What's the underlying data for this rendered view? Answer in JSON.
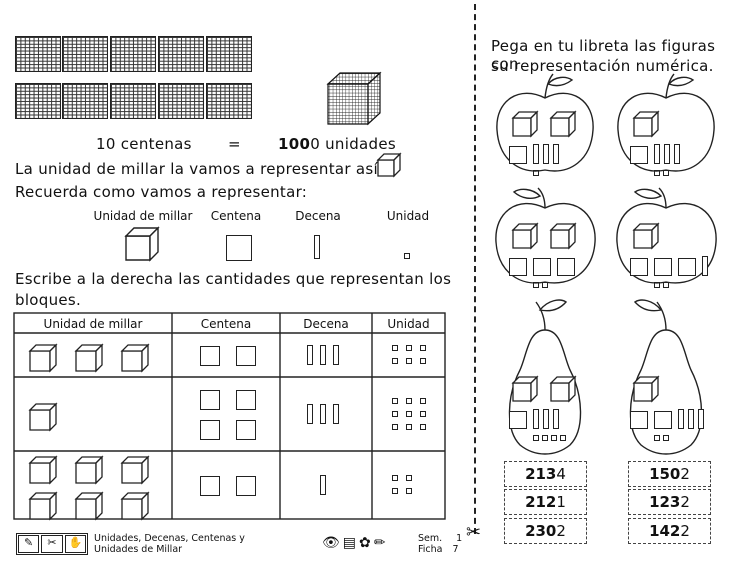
{
  "left": {
    "eq_left": "10 centenas",
    "eq_sign": "=",
    "eq_right_bold": "100",
    "eq_right_rest": "0 unidades",
    "line1": "La unidad de millar la vamos a representar así",
    "line2": "Recuerda como vamos a representar:",
    "legend": [
      "Unidad de millar",
      "Centena",
      "Decena",
      "Unidad"
    ],
    "instr1": "Escribe a la derecha las cantidades que representan los",
    "instr2": "bloques.",
    "table_headers": [
      "Unidad de millar",
      "Centena",
      "Decena",
      "Unidad"
    ],
    "rows": [
      {
        "thousands": 3,
        "hundreds": 2,
        "tens": 3,
        "units": 6
      },
      {
        "thousands": 1,
        "hundreds": 4,
        "tens": 3,
        "units": 9
      },
      {
        "thousands": 6,
        "hundreds": 2,
        "tens": 1,
        "units": 4
      }
    ]
  },
  "right": {
    "instr1": "Pega en tu libreta las figuras con",
    "instr2": "su representación numérica.",
    "numbers_left": [
      {
        "bold": "213",
        "rest": "4"
      },
      {
        "bold": "212",
        "rest": "1"
      },
      {
        "bold": "230",
        "rest": "2"
      }
    ],
    "numbers_right": [
      {
        "bold": "150",
        "rest": "2"
      },
      {
        "bold": "123",
        "rest": "2"
      },
      {
        "bold": "142",
        "rest": "2"
      }
    ]
  },
  "footer": {
    "topic1": "Unidades, Decenas, Centenas y",
    "topic2": "Unidades de Millar",
    "sem_label": "Sem.",
    "sem_value": "1",
    "ficha_label": "Ficha",
    "ficha_value": "7"
  }
}
